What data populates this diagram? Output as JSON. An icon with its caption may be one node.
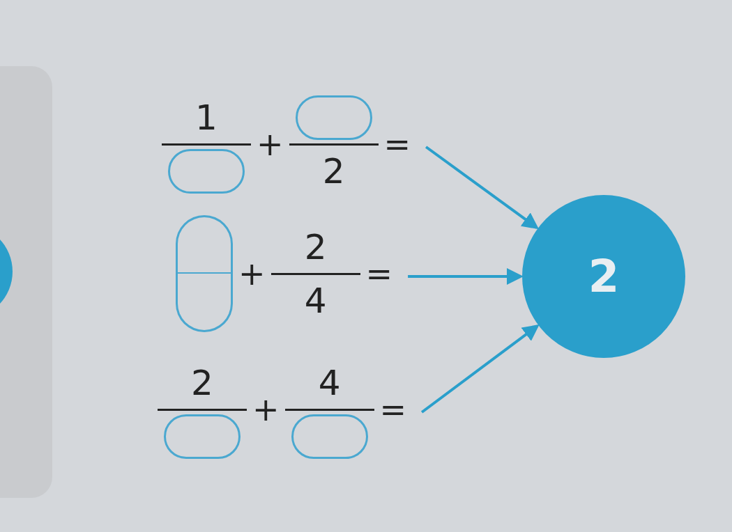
{
  "diagram": {
    "nodes": [
      {
        "text": [],
        "shape": "circle"
      },
      {
        "text": [
          "1",
          "+",
          "2",
          "="
        ]
      },
      {
        "text": [
          "+",
          "2",
          "4",
          "="
        ]
      },
      {
        "text": [
          "2",
          "+",
          "4",
          "="
        ]
      },
      {
        "text": [
          "2"
        ]
      }
    ],
    "edges": [
      {
        "from": 1,
        "to": 4,
        "arrow": "to"
      },
      {
        "from": 2,
        "to": 4,
        "arrow": "to"
      },
      {
        "from": 3,
        "to": 4,
        "arrow": "to"
      }
    ]
  }
}
